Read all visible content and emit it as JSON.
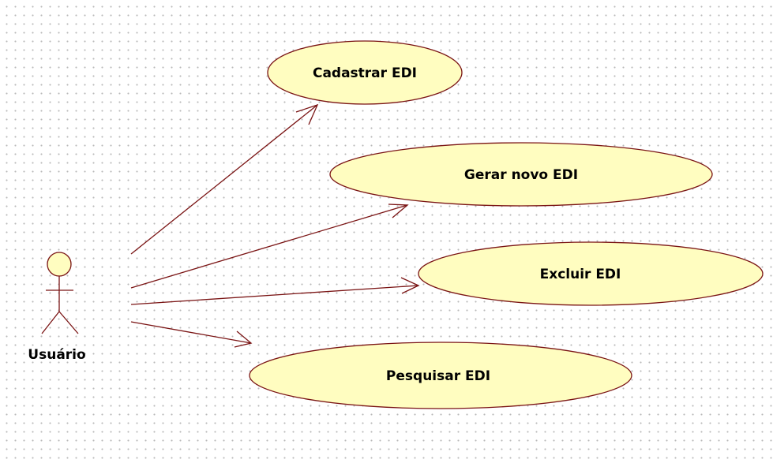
{
  "diagram": {
    "actor": {
      "label": "Usuário",
      "icon": "stick-figure-actor-icon"
    },
    "use_cases": [
      {
        "id": "cadastrar",
        "label": "Cadastrar EDI"
      },
      {
        "id": "gerar",
        "label": "Gerar novo EDI"
      },
      {
        "id": "excluir",
        "label": "Excluir EDI"
      },
      {
        "id": "pesquisar",
        "label": "Pesquisar EDI"
      }
    ],
    "associations": [
      {
        "from": "Usuário",
        "to": "Cadastrar EDI",
        "arrow": "open"
      },
      {
        "from": "Usuário",
        "to": "Gerar novo EDI",
        "arrow": "open"
      },
      {
        "from": "Usuário",
        "to": "Excluir EDI",
        "arrow": "open"
      },
      {
        "from": "Usuário",
        "to": "Pesquisar EDI",
        "arrow": "open"
      }
    ],
    "colors": {
      "use_case_fill": "#fffdc0",
      "stroke": "#7a1414",
      "grid_dots": "#b9b9b9",
      "background": "#ffffff"
    }
  }
}
